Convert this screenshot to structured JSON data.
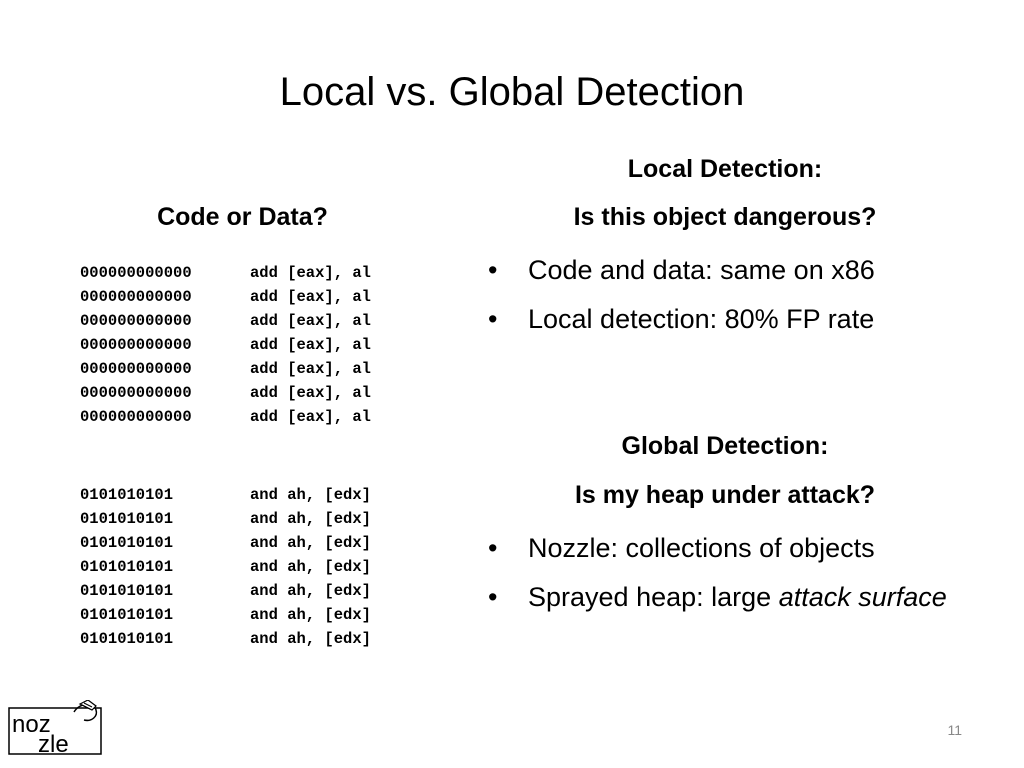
{
  "slide": {
    "title": "Local vs. Global Detection",
    "page_number": "11"
  },
  "left": {
    "heading": "Code or Data?",
    "code_group_1": [
      {
        "addr": "000000000000",
        "instr": "add [eax], al"
      },
      {
        "addr": "000000000000",
        "instr": "add [eax], al"
      },
      {
        "addr": "000000000000",
        "instr": "add [eax], al"
      },
      {
        "addr": "000000000000",
        "instr": "add [eax], al"
      },
      {
        "addr": "000000000000",
        "instr": "add [eax], al"
      },
      {
        "addr": "000000000000",
        "instr": "add [eax], al"
      },
      {
        "addr": "000000000000",
        "instr": "add [eax], al"
      }
    ],
    "code_group_2": [
      {
        "addr": "0101010101",
        "instr": "and ah, [edx]"
      },
      {
        "addr": "0101010101",
        "instr": "and ah, [edx]"
      },
      {
        "addr": "0101010101",
        "instr": "and ah, [edx]"
      },
      {
        "addr": "0101010101",
        "instr": "and ah, [edx]"
      },
      {
        "addr": "0101010101",
        "instr": "and ah, [edx]"
      },
      {
        "addr": "0101010101",
        "instr": "and ah, [edx]"
      },
      {
        "addr": "0101010101",
        "instr": "and ah, [edx]"
      }
    ]
  },
  "right": {
    "local_heading_1": "Local Detection:",
    "local_heading_2": "Is this object dangerous?",
    "local_bullets": [
      "Code and data: same on x86",
      "Local detection: 80% FP rate"
    ],
    "global_heading_1": "Global Detection:",
    "global_heading_2": "Is my heap under attack?",
    "global_bullet_1": "Nozzle: collections of objects",
    "global_bullet_2_plain": "Sprayed heap: large ",
    "global_bullet_2_italic": "attack surface",
    "bullet_glyph": "•"
  },
  "logo": {
    "text_top": "noz",
    "text_bottom": "zle",
    "icon": "nozzle-logo-icon"
  }
}
